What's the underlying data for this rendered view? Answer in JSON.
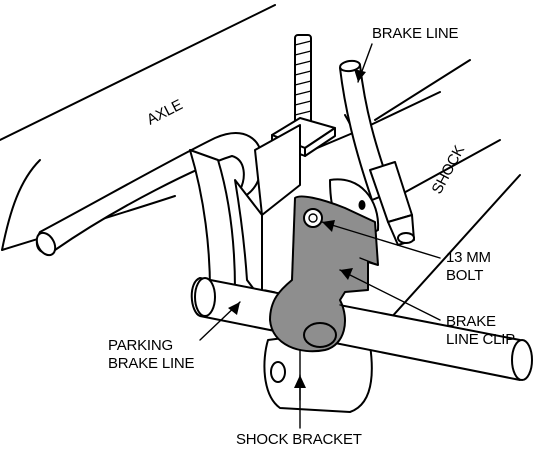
{
  "labels": {
    "axle": "AXLE",
    "shock": "SHOCK",
    "brake_line": "BRAKE LINE",
    "bolt_line1": "13 MM",
    "bolt_line2": "BOLT",
    "clip_line1": "BRAKE",
    "clip_line2": "LINE CLIP",
    "parking_line1": "PARKING",
    "parking_line2": "BRAKE LINE",
    "shock_bracket": "SHOCK BRACKET"
  },
  "colors": {
    "outline": "#000000",
    "clip_fill": "#8e8e8e",
    "background": "#ffffff"
  }
}
